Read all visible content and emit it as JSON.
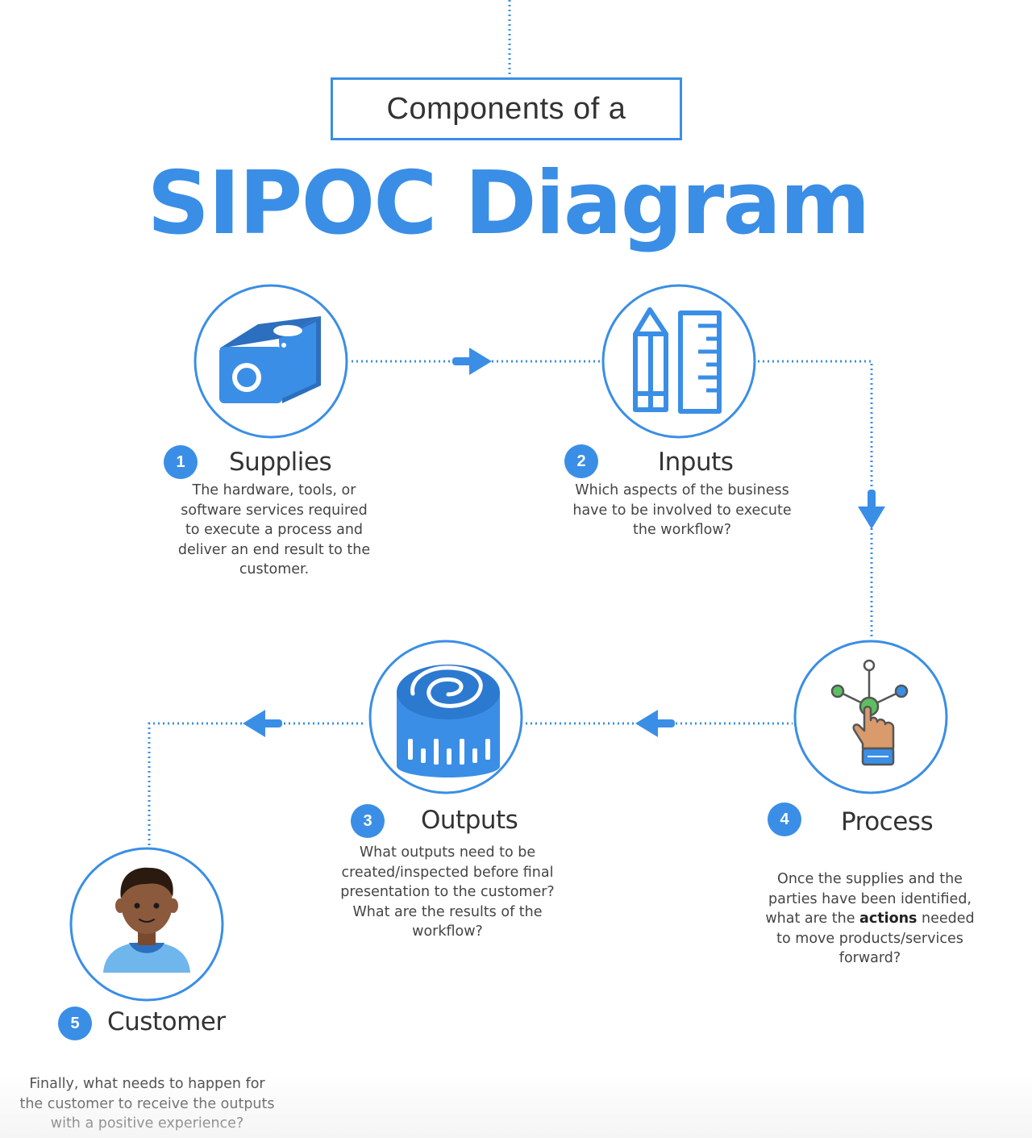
{
  "header": {
    "subtitle": "Components of a",
    "title": "SIPOC Diagram"
  },
  "colors": {
    "accent": "#3a8ee6",
    "text": "#333333",
    "skin": "#8b5a3c",
    "hair": "#2a1a10",
    "shirt": "#6fb6ec"
  },
  "steps": [
    {
      "number": "1",
      "title": "Supplies",
      "icon": "pencil-sharpener-icon",
      "desc_lines": [
        "The hardware, tools, or",
        "software services required",
        "to execute a process and",
        "deliver an end result to the",
        "customer."
      ]
    },
    {
      "number": "2",
      "title": "Inputs",
      "icon": "pencil-ruler-icon",
      "desc_lines": [
        "Which aspects of the business",
        "have to be involved to execute",
        "the workflow?"
      ]
    },
    {
      "number": "3",
      "title": "Outputs",
      "icon": "measuring-tape-icon",
      "desc_lines": [
        "What outputs need to be",
        "created/inspected before final",
        "presentation to the customer?",
        "What are the results of the",
        "workflow?"
      ]
    },
    {
      "number": "4",
      "title": "Process",
      "icon": "hand-network-icon",
      "desc_pre": "Once the supplies and the parties have been identified, what are the ",
      "desc_bold": "actions",
      "desc_post": " needed to move products/services forward?"
    },
    {
      "number": "5",
      "title": "Customer",
      "icon": "customer-avatar-icon",
      "desc_lines": [
        "Finally, what needs to happen for",
        "the customer to receive the outputs",
        "with a positive experience?"
      ]
    }
  ]
}
